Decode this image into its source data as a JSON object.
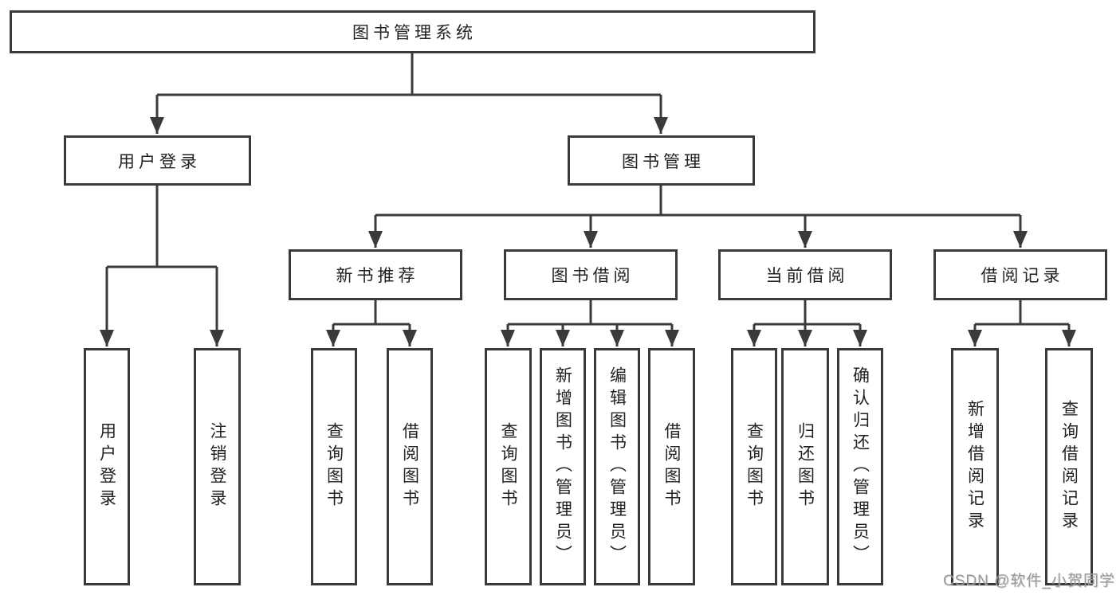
{
  "diagram_type": "hierarchy-tree",
  "tree": {
    "root": "图书管理系统",
    "level2": {
      "user_login": "用户登录",
      "book_mgmt": "图书管理"
    },
    "level3": {
      "new_book_rec": "新书推荐",
      "book_borrow": "图书借阅",
      "current_borrow": "当前借阅",
      "borrow_record": "借阅记录"
    },
    "leaves": {
      "login": [
        "用户登录",
        "注销登录"
      ],
      "new_book_rec": [
        "查询图书",
        "借阅图书"
      ],
      "book_borrow": [
        "查询图书",
        "新增图书（管理员）",
        "编辑图书（管理员）",
        "借阅图书"
      ],
      "current_borrow": [
        "查询图书",
        "归还图书",
        "确认归还（管理员）"
      ],
      "borrow_record": [
        "新增借阅记录",
        "查询借阅记录"
      ]
    }
  },
  "watermark": {
    "text": "CSDN @软件_小贺同学"
  },
  "colors": {
    "line": "#3a3a3a",
    "box_border": "#3a3a3a",
    "text": "#222222",
    "watermark": "#9a9a9a",
    "background": "#ffffff"
  }
}
